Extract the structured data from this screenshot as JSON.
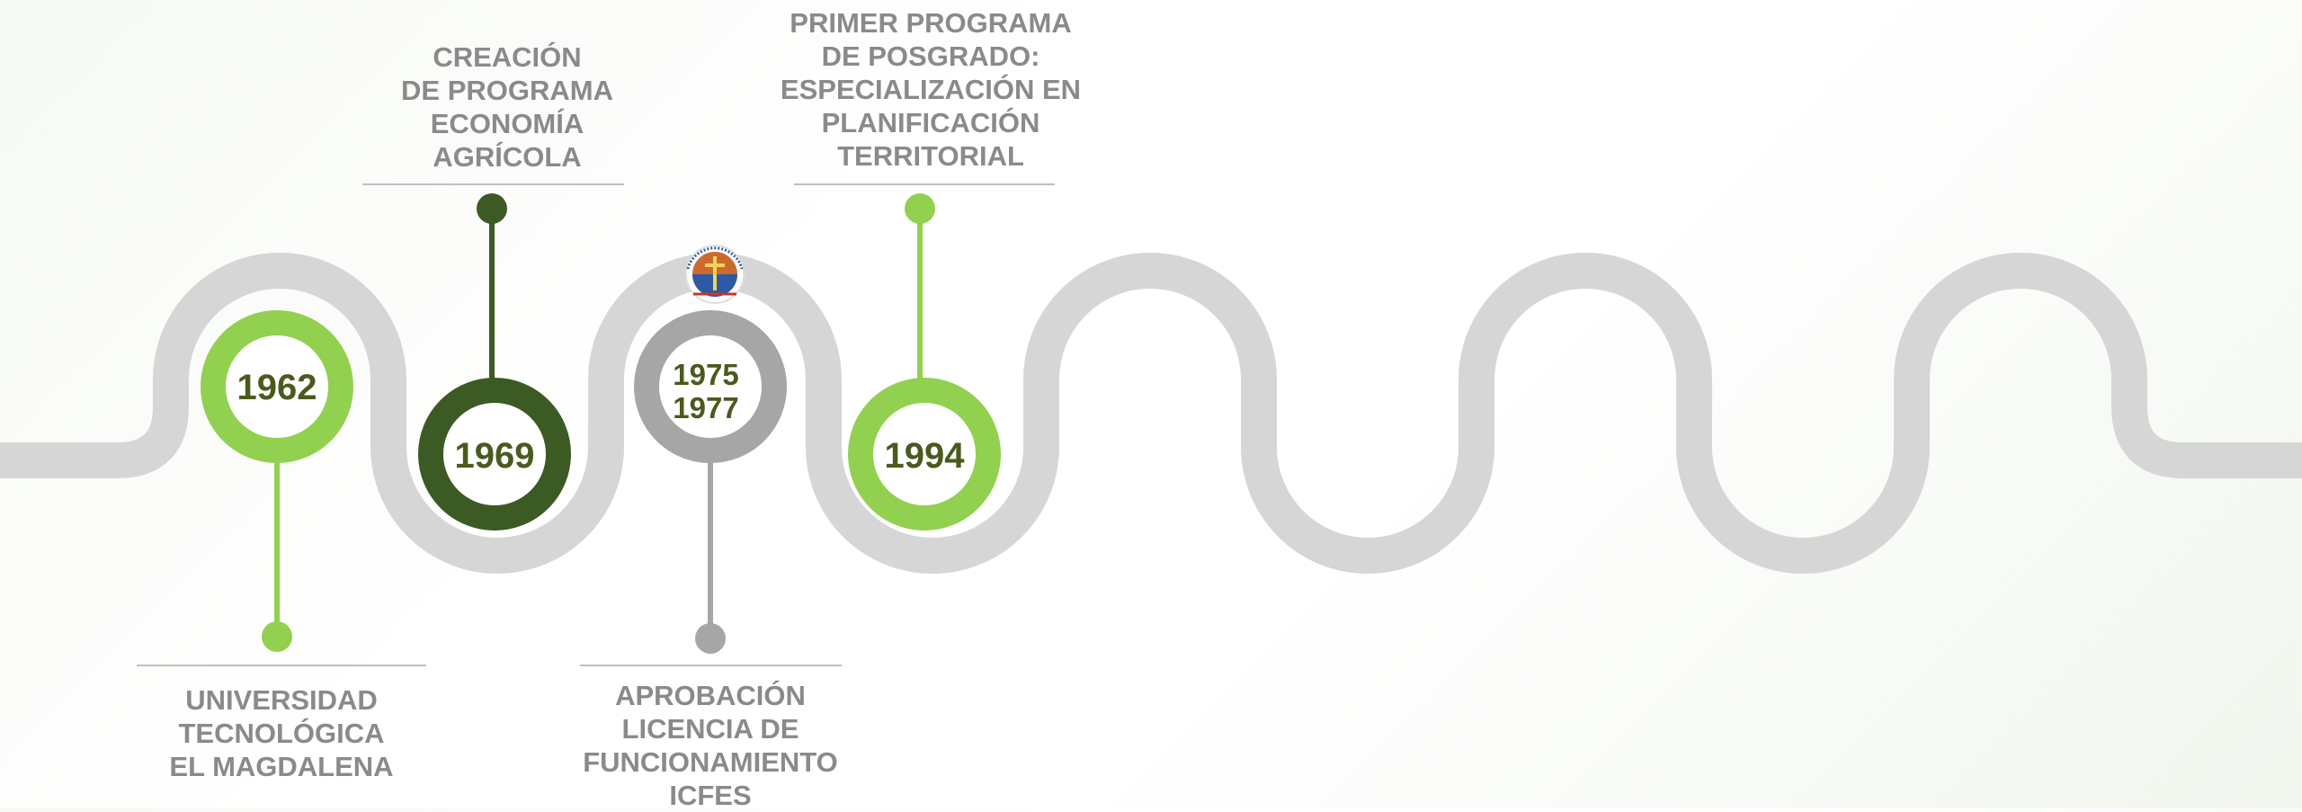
{
  "colors": {
    "road": "#d6d6d6",
    "light_green": "#92d050",
    "dark_green": "#3c5a23",
    "gray": "#a6a6a6",
    "year_text": "#4a5a1e",
    "label_text": "#8a8a8a",
    "separator": "#bfbfbf"
  },
  "milestones": [
    {
      "year_lines": [
        "1962"
      ],
      "color": "light_green",
      "label_lines": [
        "UNIVERSIDAD",
        "TECNOLÓGICA",
        "EL MAGDALENA"
      ]
    },
    {
      "year_lines": [
        "1969"
      ],
      "color": "dark_green",
      "label_lines": [
        "CREACIÓN",
        "DE PROGRAMA",
        "ECONOMÍA",
        "AGRÍCOLA"
      ]
    },
    {
      "year_lines": [
        "1975",
        "1977"
      ],
      "color": "gray",
      "label_lines": [
        "APROBACIÓN",
        "LICENCIA DE",
        "FUNCIONAMIENTO",
        "ICFES"
      ]
    },
    {
      "year_lines": [
        "1994"
      ],
      "color": "light_green",
      "label_lines": [
        "PRIMER PROGRAMA",
        "DE POSGRADO:",
        "ESPECIALIZACIÓN EN",
        "PLANIFICACIÓN",
        "TERRITORIAL"
      ]
    }
  ]
}
